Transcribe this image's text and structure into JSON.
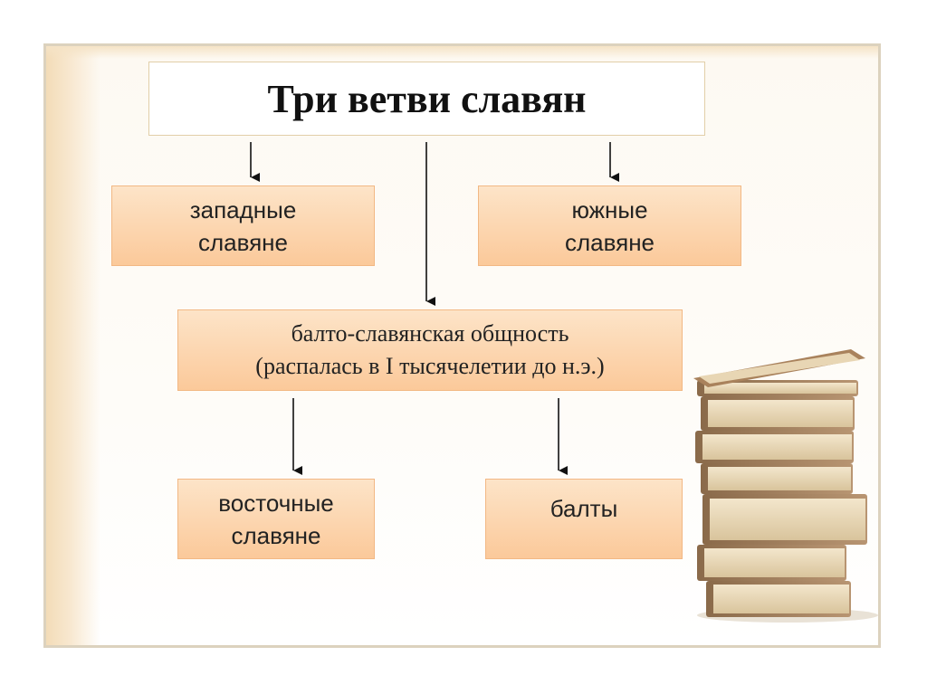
{
  "diagram": {
    "title": "Три ветви славян",
    "nodes": {
      "western": "западные\nславяне",
      "southern": "южные\nславяне",
      "baltoslavic": "балто-славянская общность\n(распалась в I тысячелетии до н.э.)",
      "eastern": "восточные\nславяне",
      "balts": "балты"
    },
    "edges": [
      [
        "title",
        "western"
      ],
      [
        "title",
        "baltoslavic"
      ],
      [
        "title",
        "southern"
      ],
      [
        "baltoslavic",
        "eastern"
      ],
      [
        "baltoslavic",
        "balts"
      ]
    ]
  },
  "colors": {
    "node_fill_top": "#fde4c8",
    "node_fill_bottom": "#fbc99a",
    "frame_border": "#dcd2be",
    "arrow": "#111111"
  },
  "decoration": {
    "image": "stack-of-books-icon"
  }
}
